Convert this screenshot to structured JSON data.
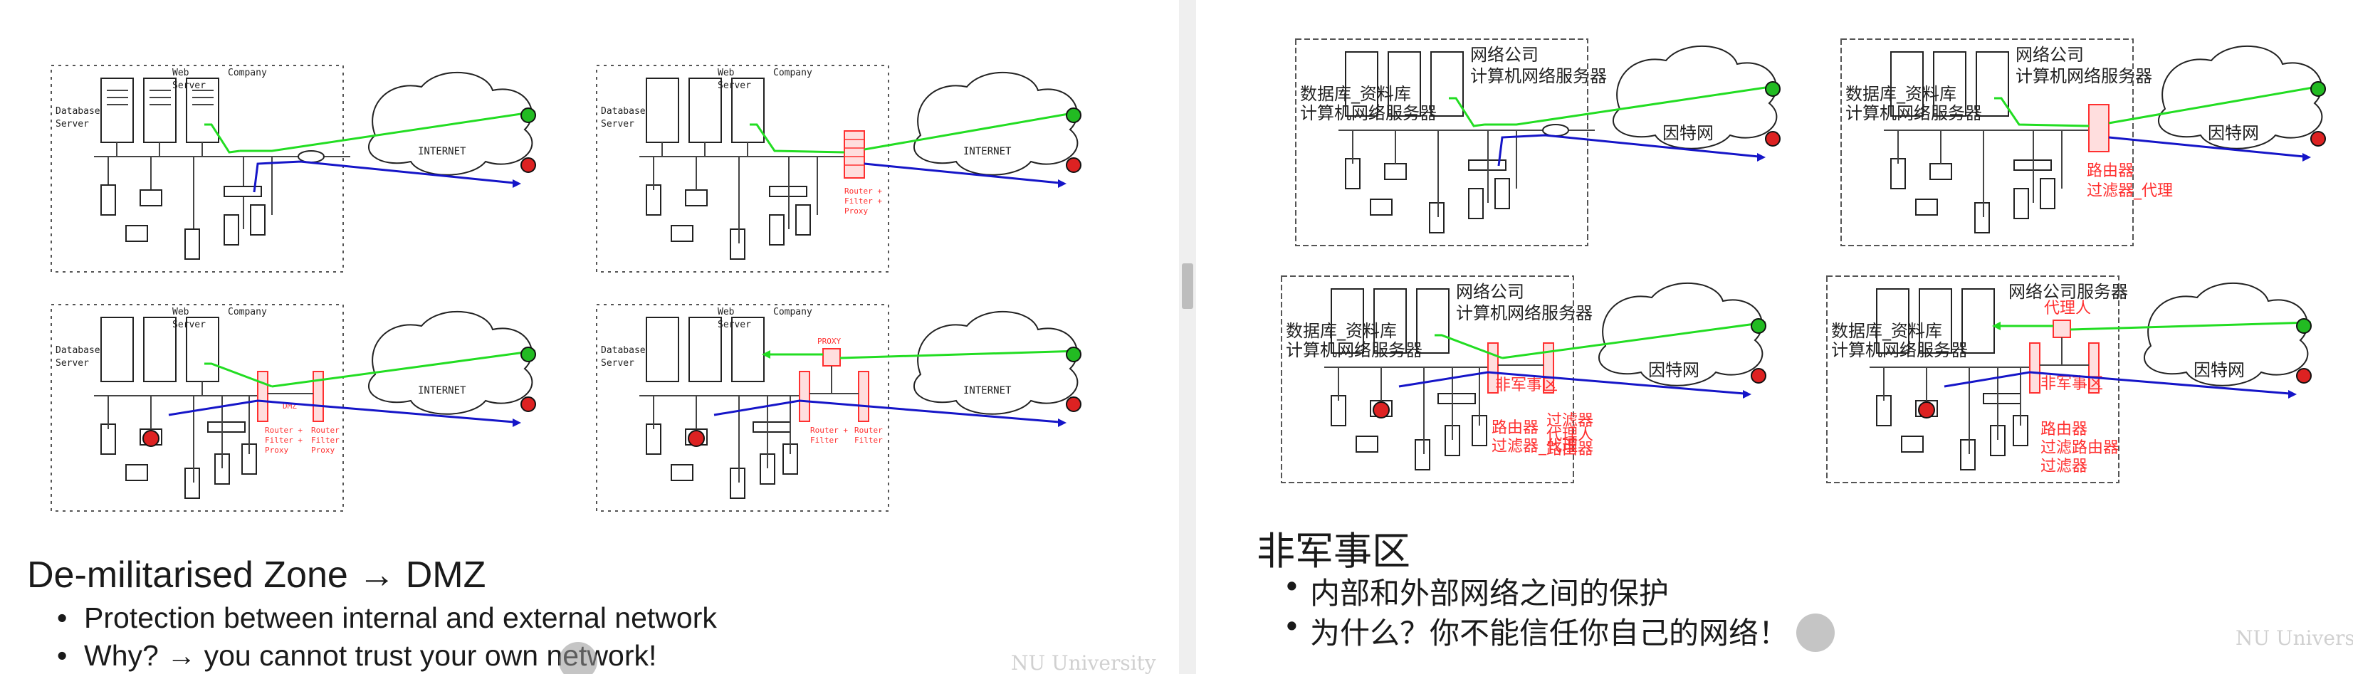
{
  "left": {
    "panel_labels": {
      "company": "Company",
      "web": "Web",
      "server": "Server",
      "database": "Database",
      "db_server": "Server",
      "internet": "INTERNET"
    },
    "panel2_fw": [
      "Router +",
      "Filter +",
      "Proxy"
    ],
    "panel3_dmz": "DMZ",
    "panel3_fw1": [
      "Router +",
      "Filter +",
      "Proxy"
    ],
    "panel3_fw2": [
      "Router",
      "Filter",
      "Proxy"
    ],
    "panel4_proxy": "PROXY",
    "panel4_fw1": [
      "Router +",
      "Filter"
    ],
    "panel4_fw2": [
      "Router",
      "Filter"
    ],
    "heading": "De-militarised Zone → DMZ",
    "bullets": [
      "Protection between internal and external network",
      "Why? → you cannot trust your own network!"
    ],
    "watermark": "NU University"
  },
  "right": {
    "labels": {
      "company": "网络公司",
      "web_server": "计算机网络服务器",
      "database": "数据库_资料库",
      "db_server": "计算机网络服务器",
      "internet": "因特网"
    },
    "panel2_fw": [
      "路由器",
      "过滤器_代理"
    ],
    "panel3_company": [
      "网络公司",
      "计算机网络服务器"
    ],
    "panel3_dmz": "非军事区",
    "panel3_fw1": [
      "路由器",
      "过滤器_代理"
    ],
    "panel3_fw2": [
      "过滤器",
      "代理人",
      "路由器"
    ],
    "panel4_company": "网络公司服务器",
    "panel4_proxy": "代理人",
    "panel4_dmz": "非军事区",
    "panel4_fw": [
      "路由器",
      "过滤路由器",
      "过滤器"
    ],
    "heading": "非军事区",
    "bullets": [
      "内部和外部网络之间的保护",
      "为什么？你不能信任你自己的网络！"
    ],
    "watermark": "NU University"
  },
  "colors": {
    "green": "#22dd22",
    "blue": "#1515c8",
    "red": "#ff2020",
    "firewall": "#ff3030"
  }
}
